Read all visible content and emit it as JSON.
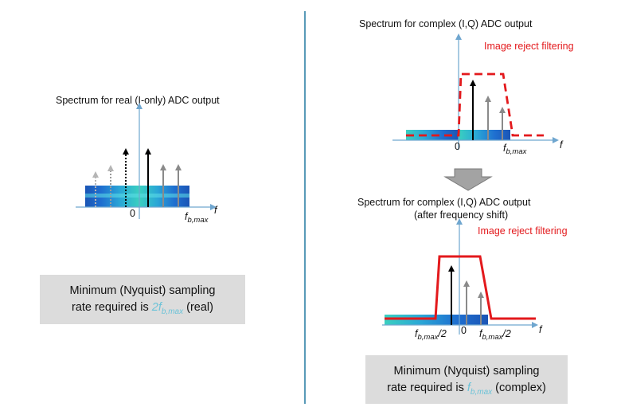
{
  "left_panel": {
    "title": "Spectrum for real (I-only) ADC output",
    "zero_label": "0",
    "fmax_label": "f",
    "fmax_sub": "b,max",
    "axis_label": "f",
    "note_line1": "Minimum (Nyquist) sampling",
    "note_line2_pre": "rate required is ",
    "note_highlight": "2f",
    "note_highlight_sub": "b,max",
    "note_line2_post": " (real)"
  },
  "right_top": {
    "title": "Spectrum for complex (I,Q) ADC output",
    "filter_label": "Image reject filtering",
    "zero_label": "0",
    "fmax_label": "f",
    "fmax_sub": "b,max",
    "axis_label": "f"
  },
  "right_bottom": {
    "title_line1": "Spectrum for complex (I,Q) ADC output",
    "title_line2": "(after frequency shift)",
    "filter_label": "Image reject filtering",
    "neg_label": "f",
    "neg_sub": "b,max",
    "neg_suffix": "/2",
    "zero_label": "0",
    "pos_label": "f",
    "pos_sub": "b,max",
    "pos_suffix": "/2",
    "axis_label": "f",
    "note_line1": "Minimum (Nyquist) sampling",
    "note_line2_pre": "rate required is ",
    "note_highlight": "f",
    "note_highlight_sub": "b,max",
    "note_line2_post": " (complex)"
  },
  "colors": {
    "divider": "#5a9bb8",
    "axis": "#6fa6cf",
    "filter": "#e3191c",
    "band_light": "#3ad0c0",
    "band_dark": "#1f5fbf",
    "note_bg": "#dcdcdc",
    "highlight": "#6cc3d8"
  }
}
